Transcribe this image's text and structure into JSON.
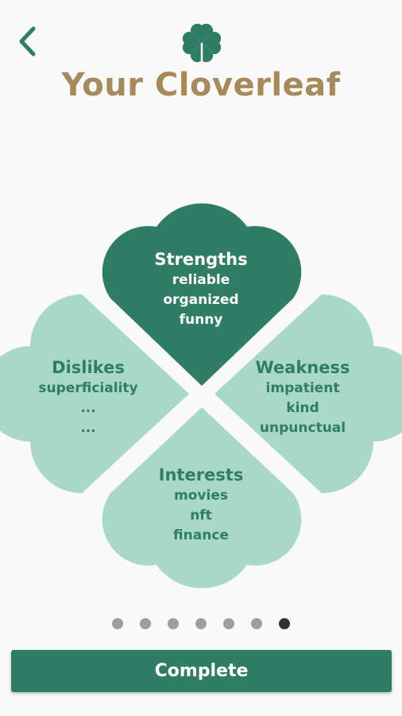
{
  "header": {
    "back_icon": "chevron-left-icon",
    "logo_icon": "clover-icon",
    "title": "Your Cloverleaf"
  },
  "colors": {
    "primary": "#2e7d64",
    "leaf_light": "#a8d8c8",
    "title": "#a7895a"
  },
  "clover": {
    "strengths": {
      "title": "Strengths",
      "items": [
        "reliable",
        "organized",
        "funny"
      ]
    },
    "dislikes": {
      "title": "Dislikes",
      "items": [
        "superficiality",
        "...",
        "..."
      ]
    },
    "weakness": {
      "title": "Weakness",
      "items": [
        "impatient",
        "kind",
        "unpunctual"
      ]
    },
    "interests": {
      "title": "Interests",
      "items": [
        "movies",
        "nft",
        "finance"
      ]
    }
  },
  "pagination": {
    "total": 7,
    "current": 7
  },
  "complete_button": {
    "label": "Complete"
  }
}
